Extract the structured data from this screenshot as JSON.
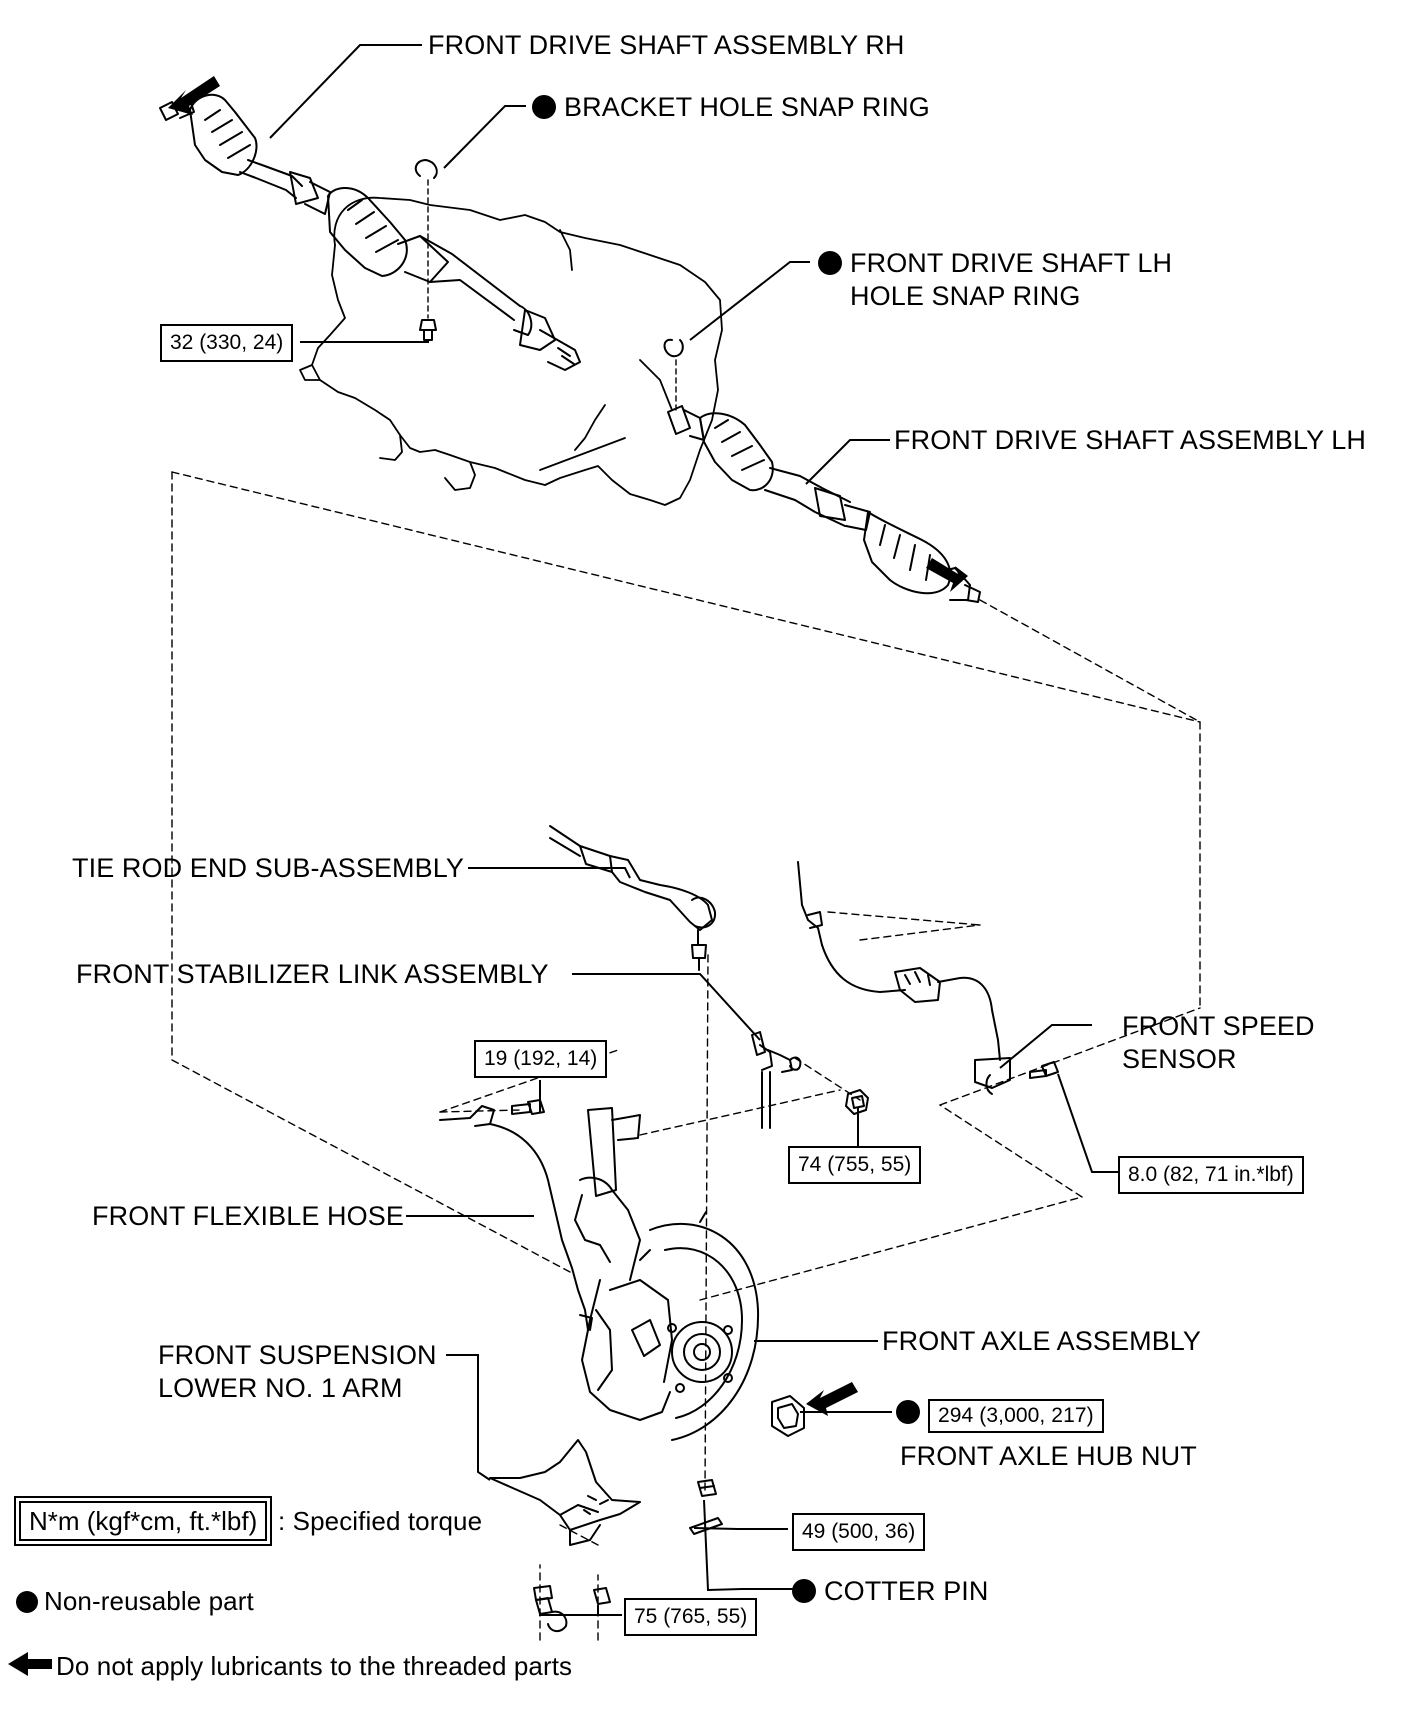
{
  "labels": {
    "shaft_rh": "FRONT DRIVE SHAFT ASSEMBLY RH",
    "bracket_snap_ring": "BRACKET HOLE SNAP RING",
    "shaft_lh_snap_ring_1": "FRONT DRIVE SHAFT LH",
    "shaft_lh_snap_ring_2": "HOLE SNAP RING",
    "shaft_lh": "FRONT DRIVE SHAFT ASSEMBLY LH",
    "tie_rod": "TIE ROD END SUB-ASSEMBLY",
    "stabilizer_link": "FRONT STABILIZER LINK ASSEMBLY",
    "speed_sensor_1": "FRONT SPEED",
    "speed_sensor_2": "SENSOR",
    "flexible_hose": "FRONT FLEXIBLE HOSE",
    "axle_assembly": "FRONT AXLE ASSEMBLY",
    "lower_arm_1": "FRONT SUSPENSION",
    "lower_arm_2": "LOWER NO. 1 ARM",
    "hub_nut": "FRONT AXLE HUB NUT",
    "cotter_pin": "COTTER PIN"
  },
  "torques": {
    "bracket_bolt": "32 (330, 24)",
    "stabilizer_bolt": "19 (192, 14)",
    "stabilizer_nut": "74 (755, 55)",
    "sensor_bolt": "8.0 (82, 71 in.*lbf)",
    "hub_nut": "294 (3,000, 217)",
    "tie_rod_nut": "49 (500, 36)",
    "lower_arm_bolts": "75 (765, 55)"
  },
  "legend": {
    "torque_unit": "N*m (kgf*cm, ft.*lbf)",
    "torque_desc": ": Specified torque",
    "non_reusable": "Non-reusable part",
    "no_lubricant": "Do not apply lubricants to the threaded parts"
  }
}
